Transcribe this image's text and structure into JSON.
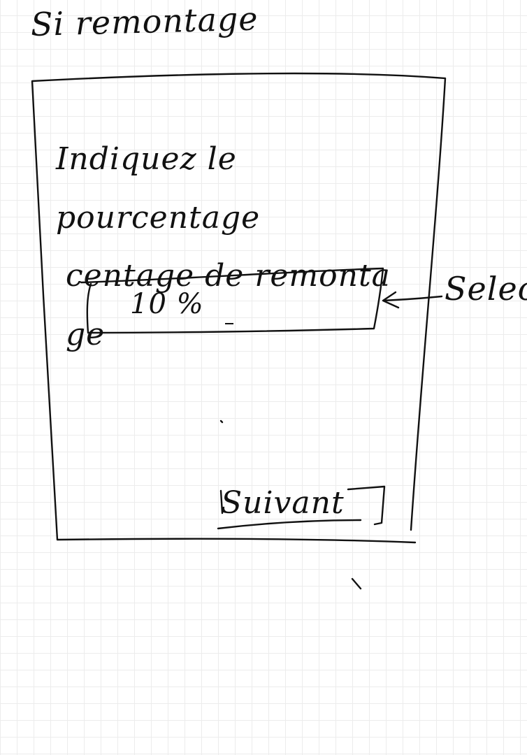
{
  "page": {
    "title": "Si remontage"
  },
  "screen": {
    "prompt_lines": [
      "Indiquez le pourcentage",
      "centage de remonta",
      "ge"
    ],
    "select_value": "10 %",
    "next_button_label": "Suivant"
  },
  "annotations": {
    "select_note": "Select"
  },
  "colors": {
    "ink": "#111111",
    "grid": "#ececec",
    "paper": "#ffffff"
  }
}
